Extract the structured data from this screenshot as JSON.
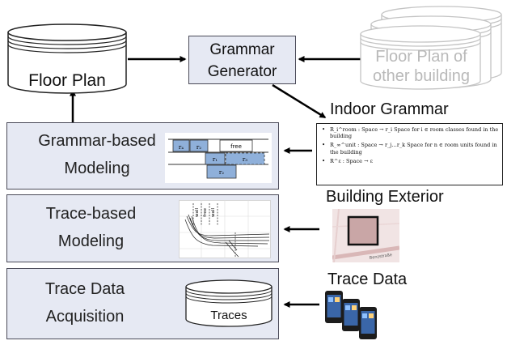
{
  "floor_plan": {
    "label": "Floor Plan"
  },
  "grammar_generator": {
    "line1": "Grammar",
    "line2": "Generator"
  },
  "other_floor_plan": {
    "line1": "Floor Plan of",
    "line2": "other building"
  },
  "indoor_grammar": {
    "heading": "Indoor Grammar",
    "rules": [
      "R_i^room : Space → r_i Space for i ∈ room classes found in the building",
      "R_∞^unit : Space → r_j…r_k Space for n ∈ room units found in the building",
      "R^ε : Space → ε"
    ]
  },
  "grammar_modeling": {
    "line1": "Grammar-based",
    "line2": "Modeling",
    "figure_labels": {
      "r4": "r₄",
      "r2_top": "r₂",
      "free": "free",
      "r1": "r₁",
      "r3": "r₃",
      "r2_bottom": "r₂"
    }
  },
  "trace_modeling": {
    "line1": "Trace-based",
    "line2": "Modeling",
    "figure_labels": [
      "wall",
      "free",
      "wall"
    ]
  },
  "trace_acquisition": {
    "line1": "Trace Data",
    "line2": "Acquisition"
  },
  "traces_cylinder": {
    "label": "Traces"
  },
  "building_exterior": {
    "heading": "Building Exterior",
    "street_label": "Benzstraße"
  },
  "trace_data": {
    "heading": "Trace Data"
  },
  "colors": {
    "panel_fill": "#e6e9f3",
    "room_fill": "#8fb0da",
    "gray_text": "#b9b9b9"
  }
}
